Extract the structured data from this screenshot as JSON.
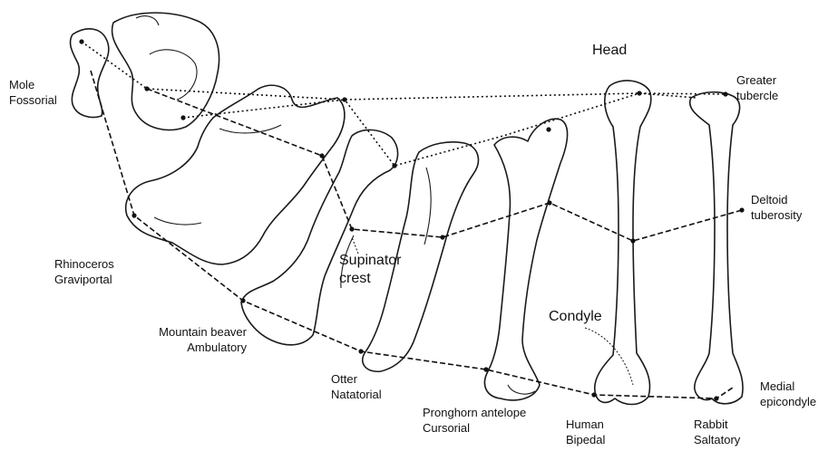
{
  "species": {
    "mole": {
      "name": "Mole",
      "locomotion": "Fossorial"
    },
    "rhino": {
      "name": "Rhinoceros",
      "locomotion": "Graviportal"
    },
    "beaver": {
      "name": "Mountain beaver",
      "locomotion": "Ambulatory"
    },
    "otter": {
      "name": "Otter",
      "locomotion": "Natatorial"
    },
    "pronghorn": {
      "name": "Pronghorn antelope",
      "locomotion": "Cursorial"
    },
    "human": {
      "name": "Human",
      "locomotion": "Bipedal"
    },
    "rabbit": {
      "name": "Rabbit",
      "locomotion": "Saltatory"
    }
  },
  "landmarks": {
    "head": "Head",
    "greater_tubercle": [
      "Greater",
      "tubercle"
    ],
    "deltoid_tuberosity": [
      "Deltoid",
      "tuberosity"
    ],
    "supinator_crest": [
      "Supinator",
      "crest"
    ],
    "condyle": "Condyle",
    "medial_epicondyle": [
      "Medial",
      "epicondyle"
    ]
  }
}
